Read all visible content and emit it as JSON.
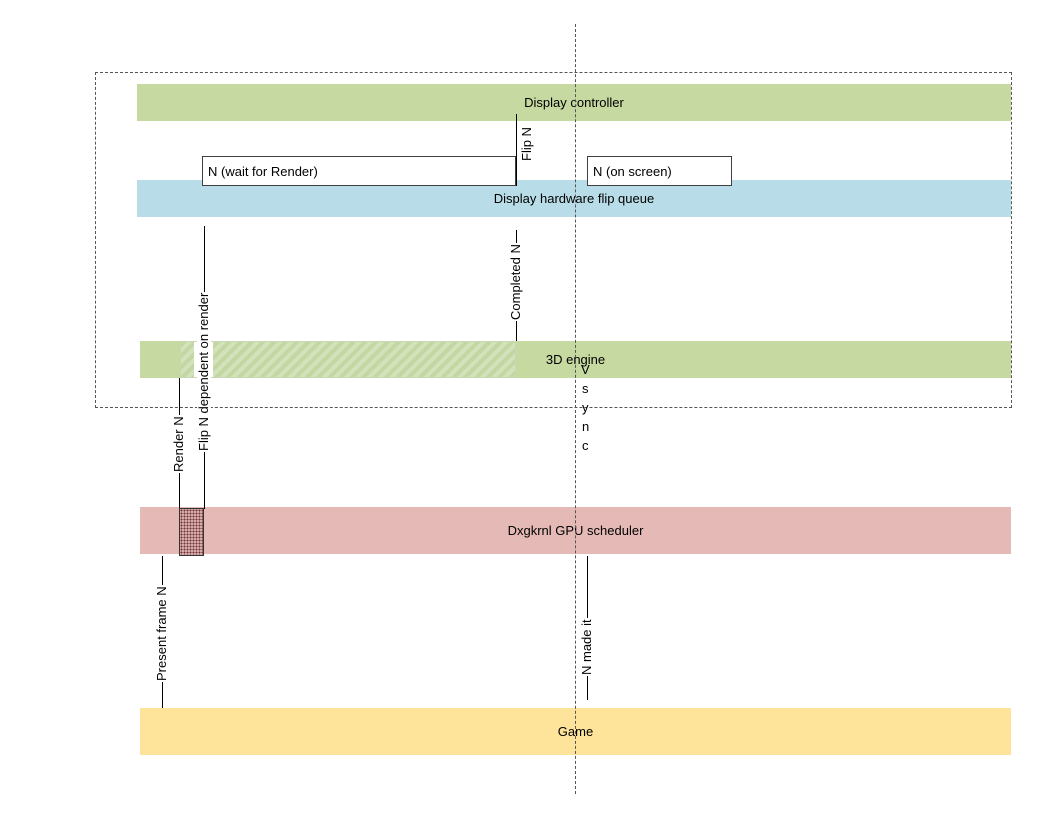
{
  "diagram": {
    "lanes": {
      "display_controller": {
        "label": "Display controller",
        "color": "#c5d9a0"
      },
      "flip_queue": {
        "label": "Display hardware flip queue",
        "color": "#b8dde8"
      },
      "engine_3d": {
        "label": "3D engine",
        "color": "#c5d9a0"
      },
      "gpu_scheduler": {
        "label": "Dxgkrnl GPU scheduler",
        "color": "#e5b9b5"
      },
      "game": {
        "label": "Game",
        "color": "#fde49a"
      }
    },
    "boxes": {
      "wait_for_render": "N (wait for Render)",
      "on_screen": "N (on screen)"
    },
    "events": {
      "flip_n": "Flip N",
      "completed_n": "Completed N",
      "flip_dependent": "Flip N dependent on render",
      "render_n": "Render N",
      "present_frame_n": "Present frame N",
      "n_made_it": "N made it"
    },
    "vsync": [
      "V",
      "s",
      "y",
      "n",
      "c"
    ]
  }
}
